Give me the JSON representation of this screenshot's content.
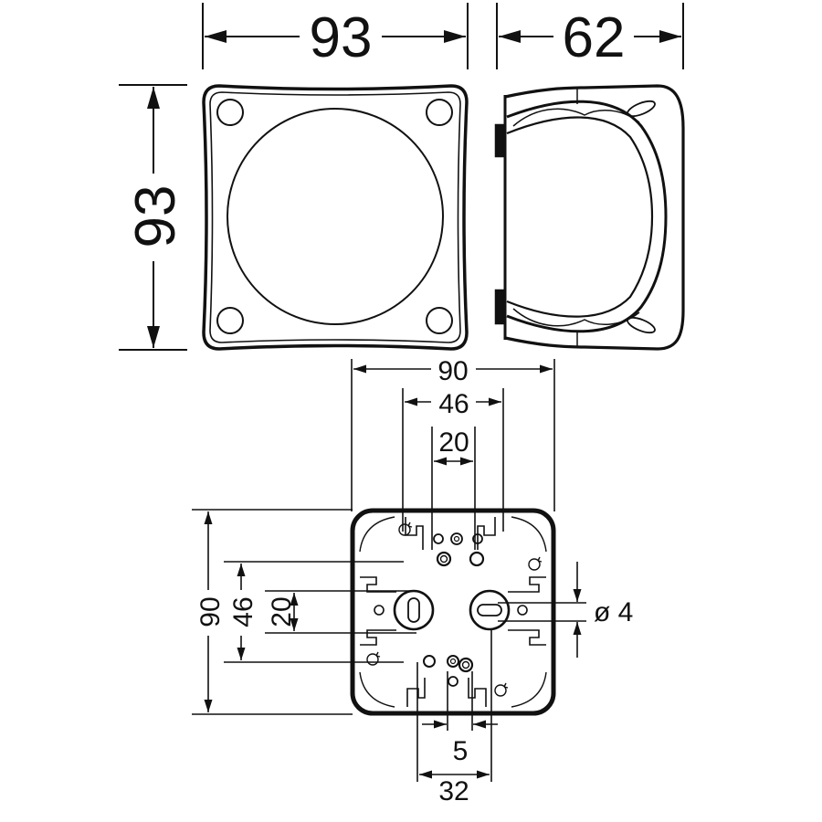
{
  "colors": {
    "ink": "#111111",
    "paper": "#ffffff"
  },
  "dimensions": {
    "front_width": "93",
    "side_depth": "62",
    "front_height": "93",
    "base_width": "90",
    "base_spacing_horizontal": "46",
    "base_slot_spacing_horizontal": "20",
    "base_height": "90",
    "base_spacing_vertical": "46",
    "base_slot_spacing_vertical": "20",
    "hole_diameter": "ø 4",
    "small_gap": "5",
    "bottom_spacing": "32"
  }
}
